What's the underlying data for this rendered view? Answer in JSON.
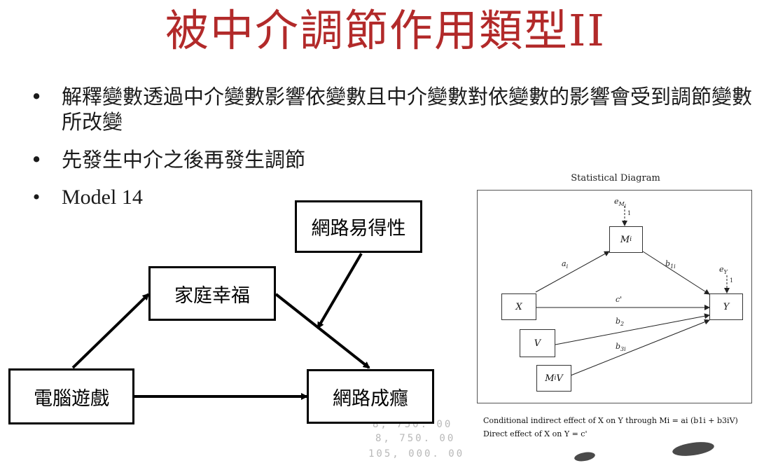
{
  "slide": {
    "title": "被中介調節作用類型II",
    "bullets": [
      "解釋變數透過中介變數影響依變數且中介變數對依變數的影響會受到調節變數所改變",
      "先發生中介之後再發生調節",
      "Model 14"
    ],
    "bullet_marker": "•"
  },
  "diagram": {
    "nodes": {
      "moderator": "網路易得性",
      "mediator": "家庭幸福",
      "independent": "電腦遊戲",
      "dependent": "網路成癮"
    }
  },
  "statistical_diagram": {
    "title": "Statistical Diagram",
    "nodes": {
      "x": "X",
      "m": "M",
      "m_sub": "i",
      "y": "Y",
      "v": "V",
      "mv": "M",
      "mv_sub": "i",
      "mv_tail": "V"
    },
    "errors": {
      "em": "e",
      "em_sub": "M",
      "em_subsub": "i",
      "ey": "e",
      "ey_sub": "Y",
      "one_m": "1",
      "one_y": "1"
    },
    "paths": {
      "a": "a",
      "a_sub": "i",
      "b1": "b",
      "b1_sub": "1i",
      "c": "c'",
      "b2": "b",
      "b2_sub": "2",
      "b3": "b",
      "b3_sub": "3i"
    },
    "captions": {
      "line1": "Conditional indirect effect of X on Y through Mi = ai (b1i + b3iV)",
      "line2": "Direct effect of X on Y = c'"
    }
  },
  "background": {
    "numbers": [
      "8, 750. 00",
      "8, 750. 00",
      "105, 000. 00"
    ]
  }
}
